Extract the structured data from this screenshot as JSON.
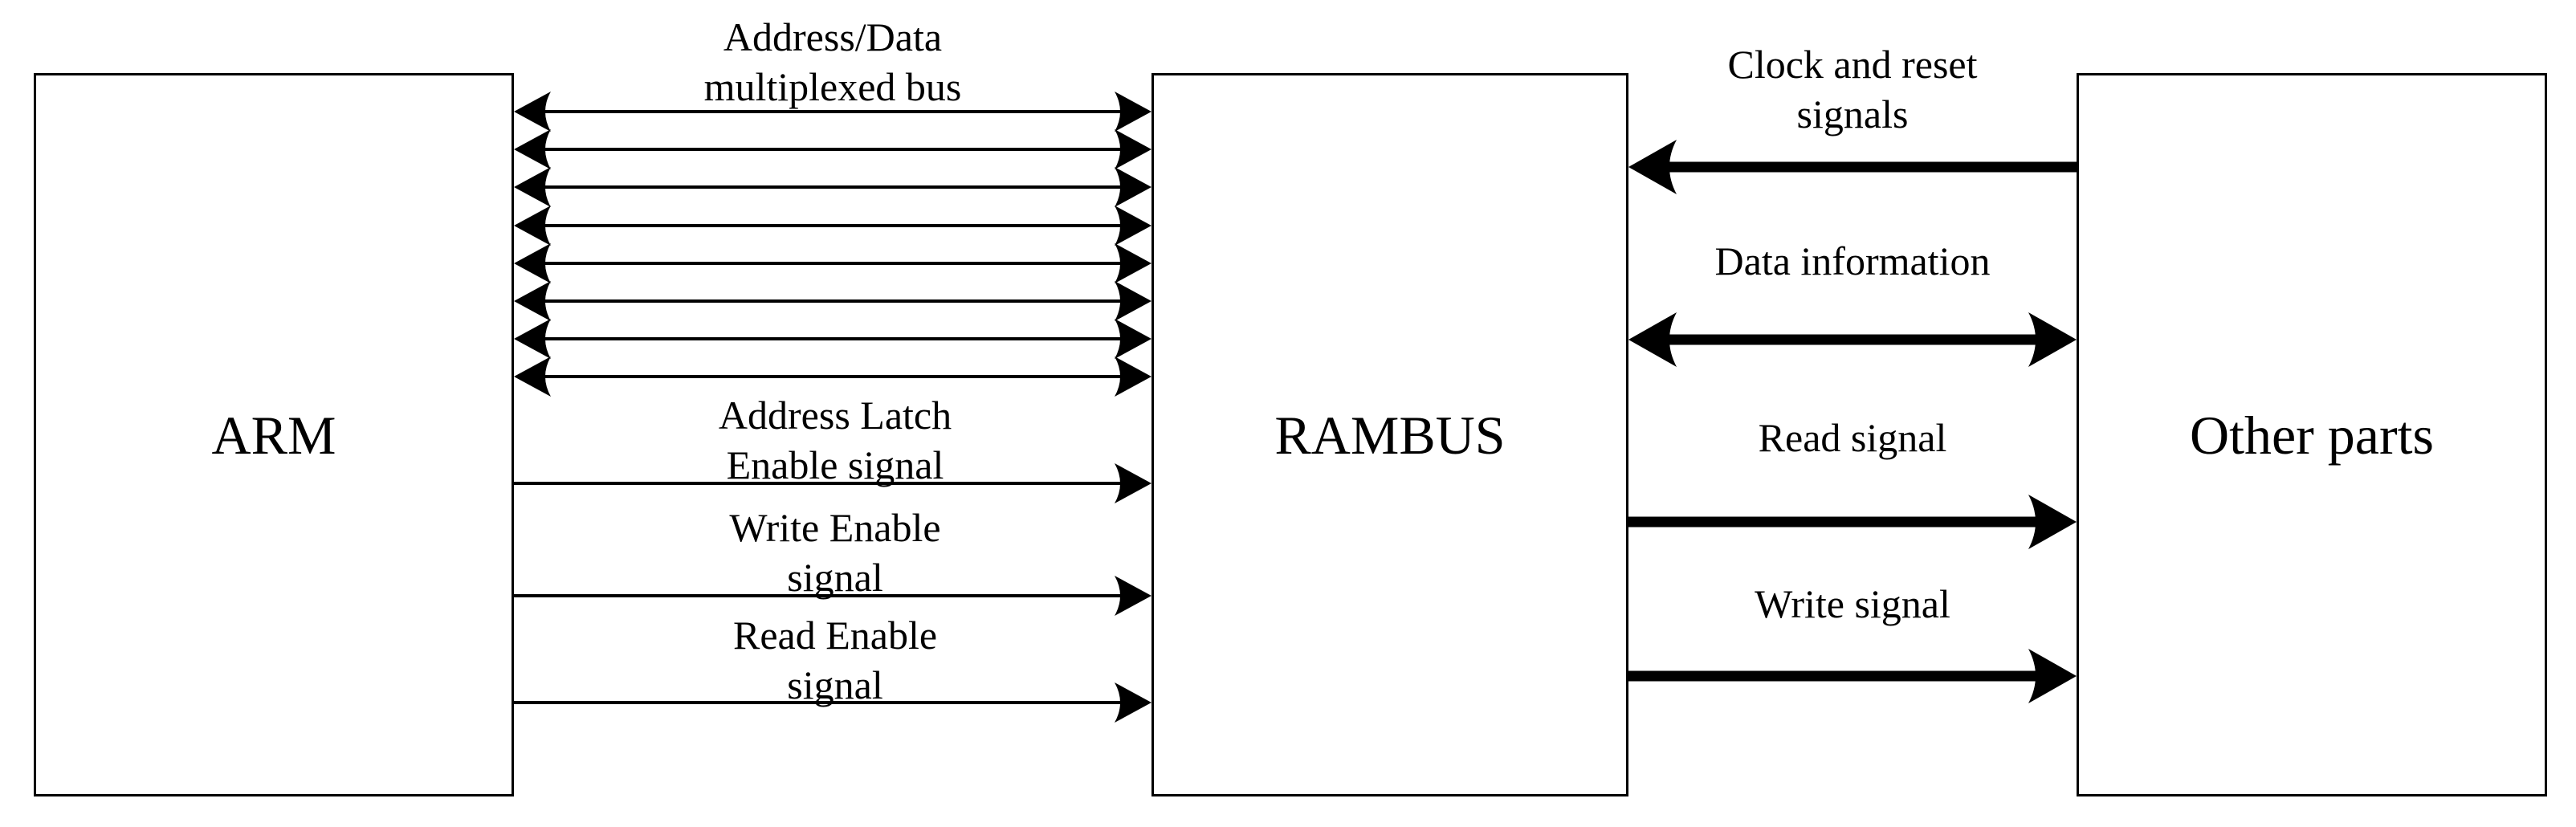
{
  "diagram": {
    "type": "block-diagram",
    "colors": {
      "ink": "#000000",
      "background": "#ffffff"
    },
    "blocks": [
      {
        "label": "ARM"
      },
      {
        "label": "RAMBUS"
      },
      {
        "label": "Other parts"
      }
    ],
    "connections": {
      "bus": {
        "label_line1": "Address/Data",
        "label_line2": "multiplexed bus",
        "from": "ARM",
        "to": "RAMBUS",
        "direction": "bidirectional",
        "line_count": 8
      },
      "address_latch": {
        "label_line1": "Address Latch",
        "label_line2": "Enable signal",
        "from": "ARM",
        "to": "RAMBUS",
        "direction": "right"
      },
      "write_enable": {
        "label_line1": "Write Enable",
        "label_line2": "signal",
        "from": "ARM",
        "to": "RAMBUS",
        "direction": "right"
      },
      "read_enable": {
        "label_line1": "Read Enable",
        "label_line2": "signal",
        "from": "ARM",
        "to": "RAMBUS",
        "direction": "right"
      },
      "clock_reset": {
        "label_line1": "Clock and reset",
        "label_line2": "signals",
        "from": "Other parts",
        "to": "RAMBUS",
        "direction": "left"
      },
      "data_information": {
        "label": "Data information",
        "from": "RAMBUS",
        "to": "Other parts",
        "direction": "bidirectional"
      },
      "read_signal": {
        "label": "Read signal",
        "from": "RAMBUS",
        "to": "Other parts",
        "direction": "right"
      },
      "write_signal": {
        "label": "Write signal",
        "from": "RAMBUS",
        "to": "Other parts",
        "direction": "right"
      }
    }
  }
}
